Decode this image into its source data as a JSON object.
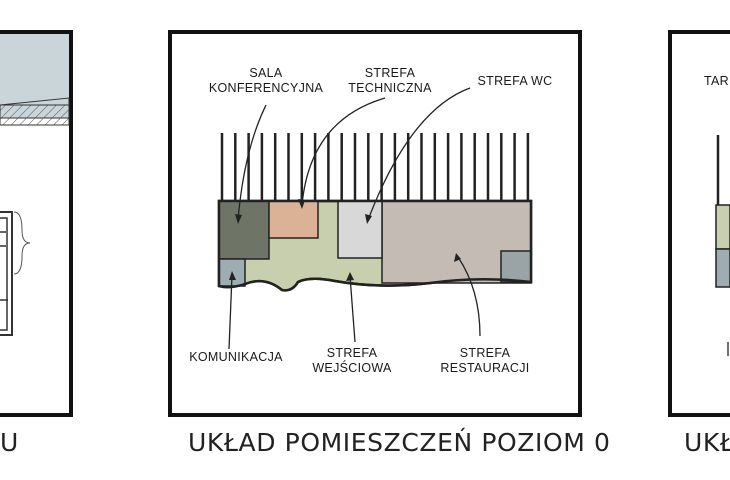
{
  "main_panel": {
    "labels": {
      "sala": "SALA\nKONFERENCYJNA",
      "techniczna": "STREFA\nTECHNICZNA",
      "wc": "STREFA WC",
      "komunikacja": "KOMUNIKACJA",
      "wejsciowa": "STREFA\nWEJŚCIOWA",
      "restauracji": "STREFA\nRESTAURACJI"
    },
    "caption": "UKŁAD POMIESZCZEŃ POZIOM 0"
  },
  "left_panel": {
    "caption_fragment": "U"
  },
  "right_panel": {
    "label_fragment": "TAR",
    "caption_fragment": "UKŁ"
  },
  "colors": {
    "sala": "#6f7566",
    "techniczna": "#dcb296",
    "wc": "#d8d8d8",
    "komunikacja": "#9eadb2",
    "wejsciowa": "#c7cfae",
    "restauracji": "#c4bbb4",
    "corner": "#9aa3a6"
  }
}
